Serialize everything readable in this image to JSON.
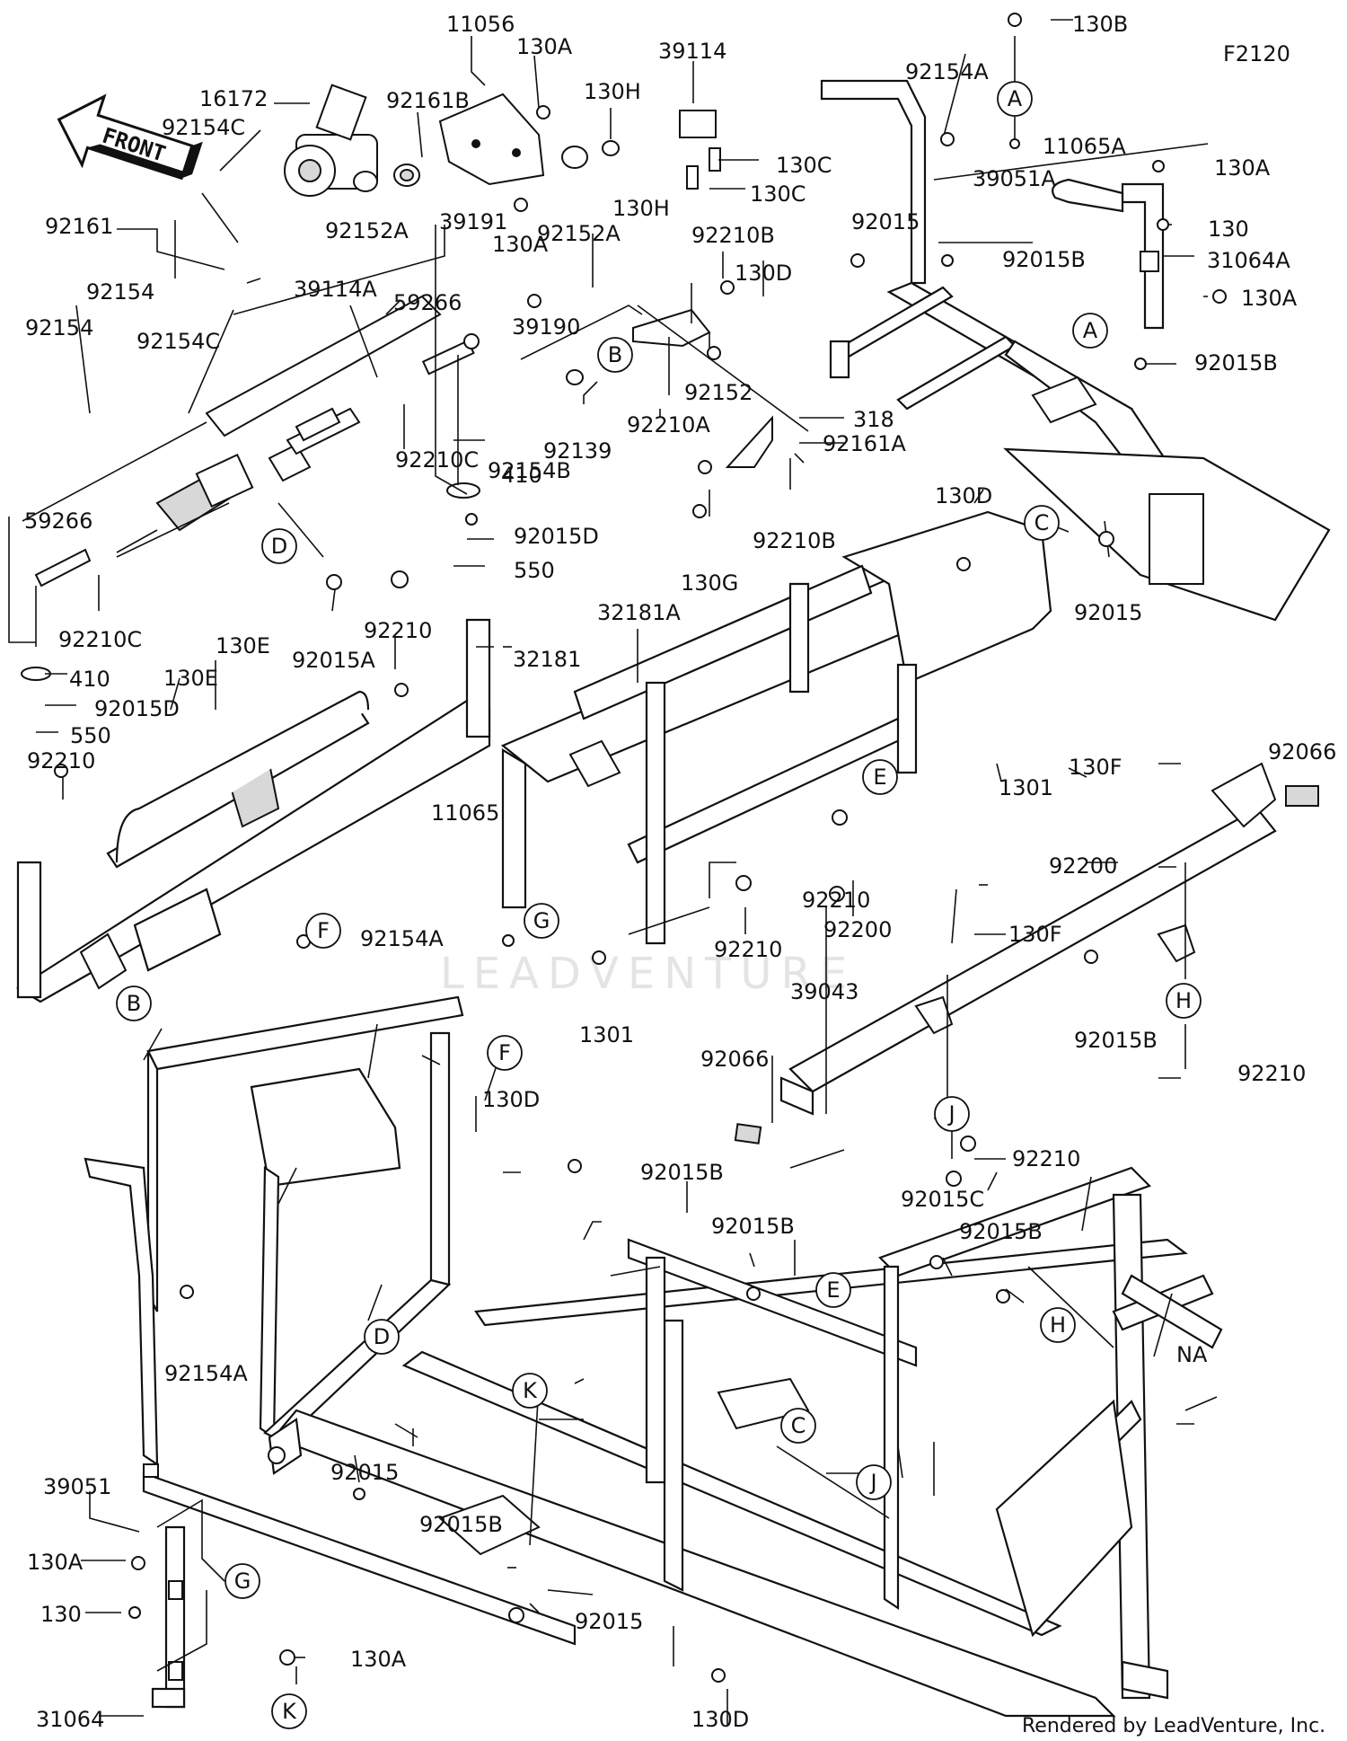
{
  "figure_code": "F2120",
  "front_arrow_label": "FRONT",
  "watermark": "LEADVENTURE",
  "credit": "Rendered by LeadVenture, Inc.",
  "parts": {
    "p11056": "11056",
    "p130A_1": "130A",
    "p39114": "39114",
    "p130B": "130B",
    "p16172": "16172",
    "p92161B": "92161B",
    "p130H_1": "130H",
    "p92154A_1": "92154A",
    "p92154C_1": "92154C",
    "p130C_1": "130C",
    "p130C_2": "130C",
    "p11065A": "11065A",
    "p130A_2": "130A",
    "p39051A": "39051A",
    "p92161": "92161",
    "p92152A_1": "92152A",
    "p92152A_2": "92152A",
    "p130A_3": "130A",
    "p39191": "39191",
    "p130H_2": "130H",
    "p92210B_1": "92210B",
    "p92015_1": "92015",
    "p130": "130",
    "p39114A": "39114A",
    "p92015B_1": "92015B",
    "p31064A": "31064A",
    "p92154_1": "92154",
    "p92154C_2": "92154C",
    "p59266_1": "59266",
    "p130D_1": "130D",
    "p92154_2": "92154",
    "p39190": "39190",
    "p92015B_2": "92015B",
    "p130A_4": "130A",
    "p92152": "92152",
    "p92210A": "92210A",
    "p92210C_1": "92210C",
    "p318": "318",
    "p92161A": "92161A",
    "p92139": "92139",
    "p92154B": "92154B",
    "p410_1": "410",
    "p130D_2": "130D",
    "p92015D_1": "92015D",
    "p92210B_2": "92210B",
    "p550_1": "550",
    "p130G": "130G",
    "p92015_2": "92015",
    "p59266_2": "59266",
    "p32181A": "32181A",
    "p92210C_2": "92210C",
    "p92210_1": "92210",
    "p32181": "32181",
    "p92015A": "92015A",
    "p410_2": "410",
    "p130E_1": "130E",
    "p130E_2": "130E",
    "p92015D_2": "92015D",
    "p550_2": "550",
    "p1301_1": "1301",
    "p92066_1": "92066",
    "p92210_2": "92210",
    "p130F_1": "130F",
    "p11065": "11065",
    "p92200_1": "92200",
    "p92210_3": "92210",
    "p130F_2": "130F",
    "p92200_2": "92200",
    "p92210_4": "92210",
    "p92154A_2": "92154A",
    "p1301_2": "1301",
    "p92015B_3": "92015B",
    "p39043": "39043",
    "p92210_5": "92210",
    "p92066_2": "92066",
    "p130D_3": "130D",
    "p92210_6": "92210",
    "p92015B_4": "92015B",
    "p92015C": "92015C",
    "p92015B_5": "92015B",
    "p92015B_6": "92015B",
    "p92154A_3": "92154A",
    "pNA": "NA",
    "p39051": "39051",
    "p92015_3": "92015",
    "p92015B_7": "92015B",
    "p130A_5": "130A",
    "p130_2": "130",
    "p92015_4": "92015",
    "p31064": "31064",
    "p130A_6": "130A",
    "p130D_4": "130D"
  },
  "callouts": {
    "A1": "A",
    "A2": "A",
    "B1": "B",
    "B2": "B",
    "C1": "C",
    "C2": "C",
    "D1": "D",
    "D2": "D",
    "E1": "E",
    "E2": "E",
    "F1": "F",
    "F2": "F",
    "G1": "G",
    "G2": "G",
    "H1": "H",
    "H2": "H",
    "J1": "J",
    "J2": "J",
    "K1": "K",
    "K2": "K"
  }
}
